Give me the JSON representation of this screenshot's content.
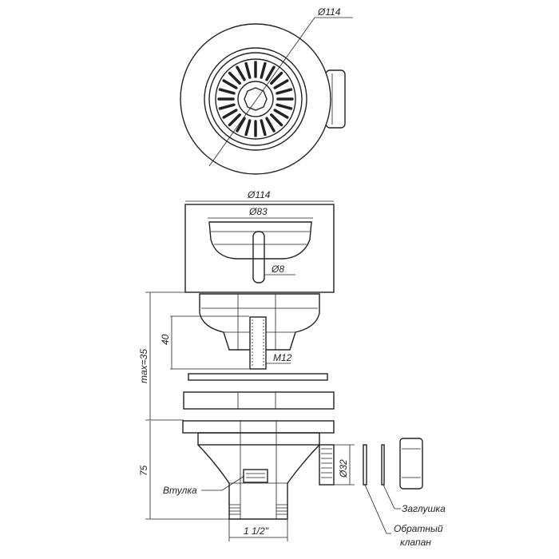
{
  "dimensions": {
    "top_diameter": "Ø114",
    "side_diameter": "Ø114",
    "strainer_diameter": "Ø83",
    "pin_diameter": "Ø8",
    "stem_length": "40",
    "stem_thread": "M12",
    "max_thickness": "max=35",
    "body_height": "75",
    "outlet_diameter": "Ø32",
    "outlet_thread": "1 1/2\""
  },
  "labels": {
    "bushing": "Втулка",
    "plug": "Заглушка",
    "check_valve_line1": "Обратный",
    "check_valve_line2": "клапан"
  }
}
